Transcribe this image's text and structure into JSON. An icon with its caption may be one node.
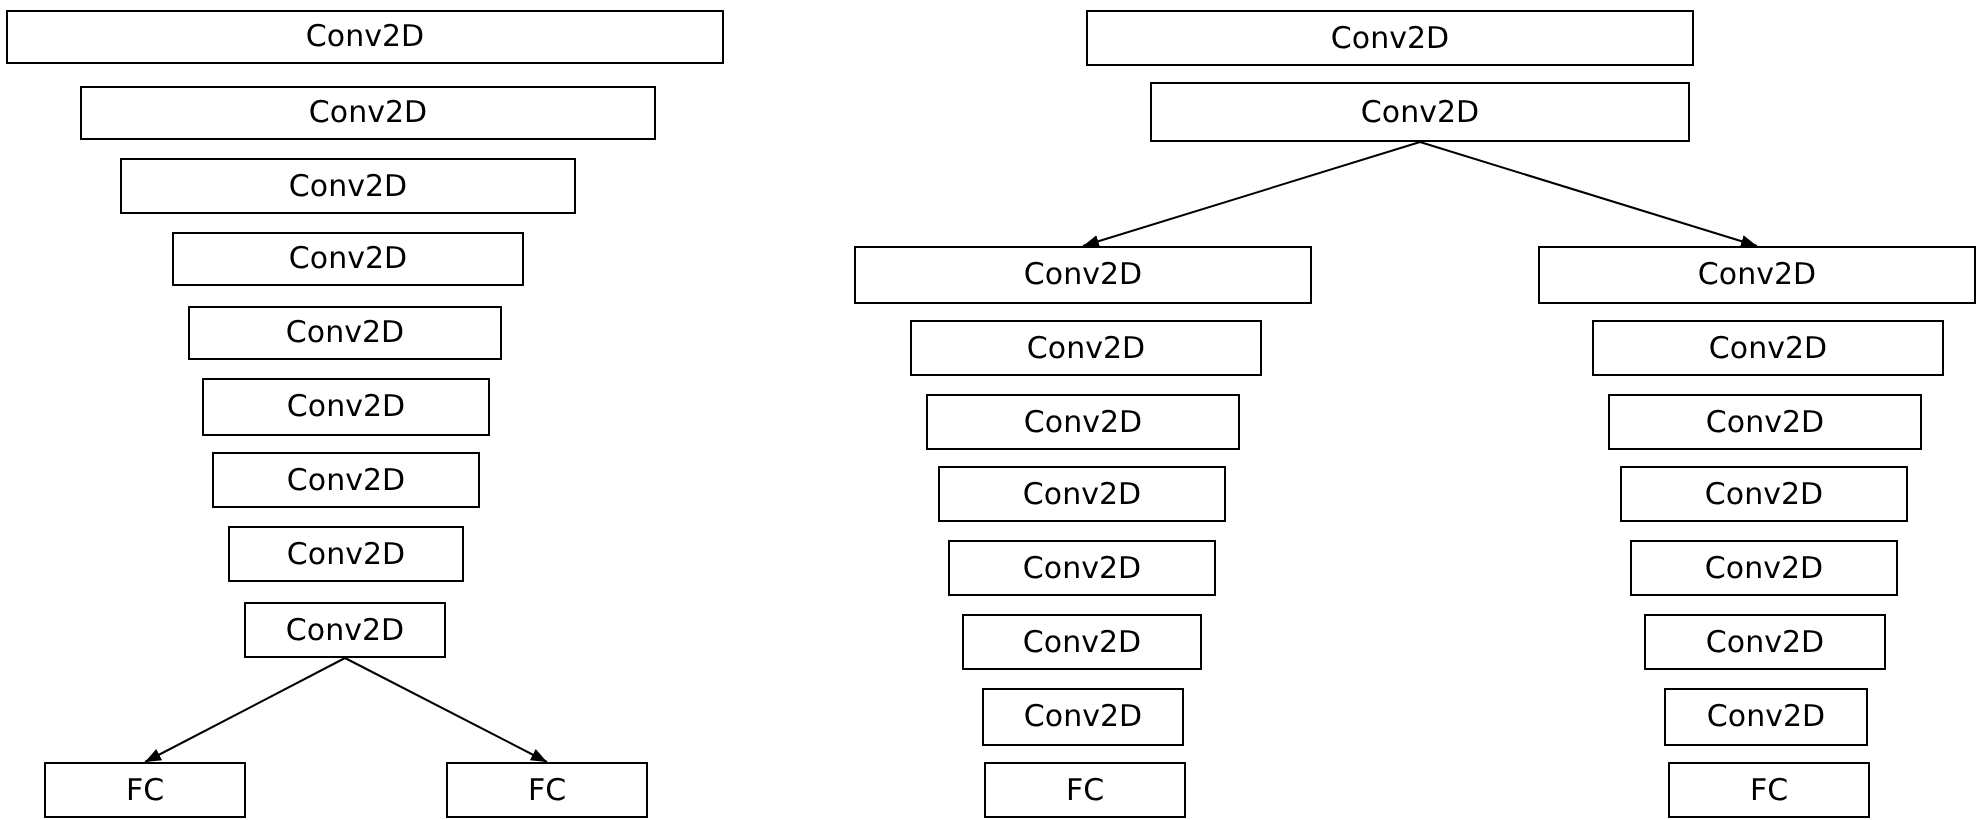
{
  "diagram": {
    "nodes": [
      {
        "text": [
          "Conv2D"
        ]
      },
      {
        "text": [
          "Conv2D"
        ]
      },
      {
        "text": [
          "Conv2D"
        ]
      },
      {
        "text": [
          "Conv2D"
        ]
      },
      {
        "text": [
          "Conv2D"
        ]
      },
      {
        "text": [
          "Conv2D"
        ]
      },
      {
        "text": [
          "Conv2D"
        ]
      },
      {
        "text": [
          "Conv2D"
        ]
      },
      {
        "text": [
          "Conv2D"
        ]
      },
      {
        "text": [
          "FC"
        ]
      },
      {
        "text": [
          "FC"
        ]
      },
      {
        "text": [
          "Conv2D"
        ]
      },
      {
        "text": [
          "Conv2D"
        ]
      },
      {
        "text": [
          "Conv2D"
        ]
      },
      {
        "text": [
          "Conv2D"
        ]
      },
      {
        "text": [
          "Conv2D"
        ]
      },
      {
        "text": [
          "Conv2D"
        ]
      },
      {
        "text": [
          "Conv2D"
        ]
      },
      {
        "text": [
          "Conv2D"
        ]
      },
      {
        "text": [
          "Conv2D"
        ]
      },
      {
        "text": [
          "FC"
        ]
      },
      {
        "text": [
          "Conv2D"
        ]
      },
      {
        "text": [
          "Conv2D"
        ]
      },
      {
        "text": [
          "Conv2D"
        ]
      },
      {
        "text": [
          "Conv2D"
        ]
      },
      {
        "text": [
          "Conv2D"
        ]
      },
      {
        "text": [
          "Conv2D"
        ]
      },
      {
        "text": [
          "Conv2D"
        ]
      },
      {
        "text": [
          "FC"
        ]
      }
    ],
    "edges": [
      {
        "from": 8,
        "to": 9,
        "arrow": "to"
      },
      {
        "from": 8,
        "to": 10,
        "arrow": "to"
      },
      {
        "from": 12,
        "to": 13,
        "arrow": "to"
      },
      {
        "from": 12,
        "to": 21,
        "arrow": "to"
      }
    ]
  }
}
